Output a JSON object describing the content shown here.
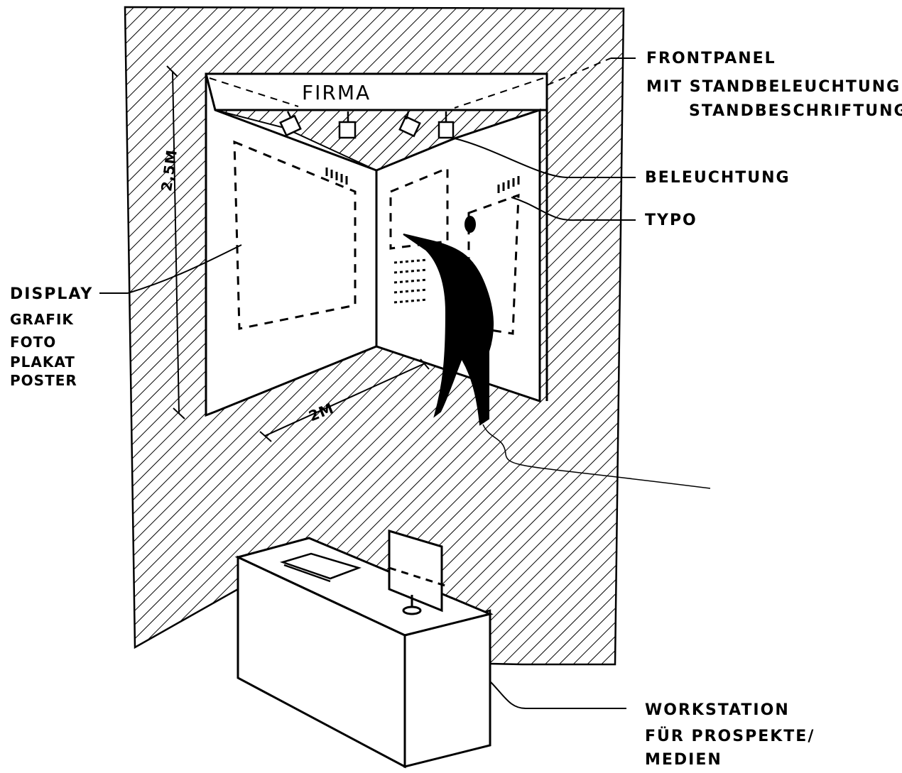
{
  "sign": {
    "company": "FIRMA"
  },
  "dimensions": {
    "height": "2,5m",
    "width": "2m"
  },
  "labels": {
    "frontpanel": "FRONTPANEL",
    "mit_standbeleuchtung": "MIT STANDBELEUCHTUNG",
    "standbeschriftung": "STANDBESCHRIFTUNG",
    "beleuchtung": "BELEUCHTUNG",
    "typo": "TYPO",
    "display": "DISPLAY",
    "grafik": "GRAFIK",
    "foto": "FOTO",
    "plakat": "PLAKAT",
    "poster": "POSTER",
    "workstation": "WORKSTATION",
    "fuer_prospekte": "FÜR PROSPEKTE/",
    "medien": "MEDIEN"
  },
  "colors": {
    "ink": "#000000",
    "paper": "#ffffff"
  }
}
